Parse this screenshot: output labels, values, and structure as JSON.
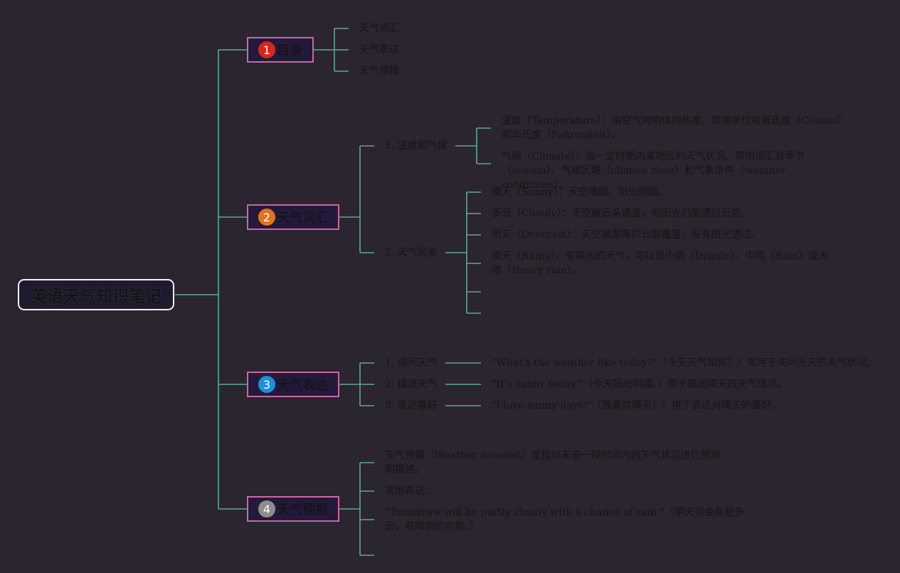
{
  "root": {
    "title": "英语天气知识笔记"
  },
  "branches": [
    {
      "num": "1",
      "label": "目录",
      "color": "#d9261c",
      "children": [
        "天气词汇",
        "天气表达",
        "天气预报"
      ]
    },
    {
      "num": "2",
      "label": "天气词汇",
      "color": "#e2731e",
      "subs": [
        {
          "label": "1. 温度和气候",
          "items": [
            "温度（Temperature）：指空气对物体的热度。常用单位有摄氏度（Celsius）和华氏度（Fahrenheit）。",
            "气候（Climate）：指一定时期内某地区的天气状况。常用词汇有季节（season）、气候区域（climate zone）和气象条件（weather conditions）。"
          ]
        },
        {
          "label": "2. 天气现象",
          "items": [
            "晴天（Sunny）：天空晴朗，阳光明媚。",
            "多云（Cloudy）：天空被云朵遮盖，但阳光仍能透过云层。",
            "阴天（Overcast）：天空被厚厚的云层覆盖，没有阳光透过。",
            "雨天（Rainy）：有降水的天气，可以是小雨（Drizzle）、中雨（Rain）或大雨（Heavy rain）。"
          ]
        }
      ]
    },
    {
      "num": "3",
      "label": "天气表达",
      "color": "#1f8fd8",
      "subs": [
        {
          "label": "1. 询问天气",
          "text": "\"What's the weather like today?\"（今天天气如何？）常用于询问当天的天气状况。"
        },
        {
          "label": "2. 描述天气",
          "text": "\"It's sunny today.\"（今天阳光明媚。）用于描述晴天的天气情况。"
        },
        {
          "label": "3. 表达喜好",
          "text": "\"I love sunny days!\"（我喜欢晴天！）用于表达对晴天的喜好。"
        }
      ]
    },
    {
      "num": "4",
      "label": "天气预报",
      "color": "#8d8d8d",
      "items": [
        "天气预报（Weather forecast）是指对未来一段时间内的天气状况进行预测和描述。",
        "常用表达：",
        "\"Tomorrow will be partly cloudy with a chance of rain.\"（明天将会有些多云，有降雨的可能。）"
      ]
    }
  ],
  "colors": {
    "line": "#5fa79a",
    "branch_border": "#c86aa0",
    "root_border": "#f2f2f2",
    "background": "#2a252e"
  }
}
